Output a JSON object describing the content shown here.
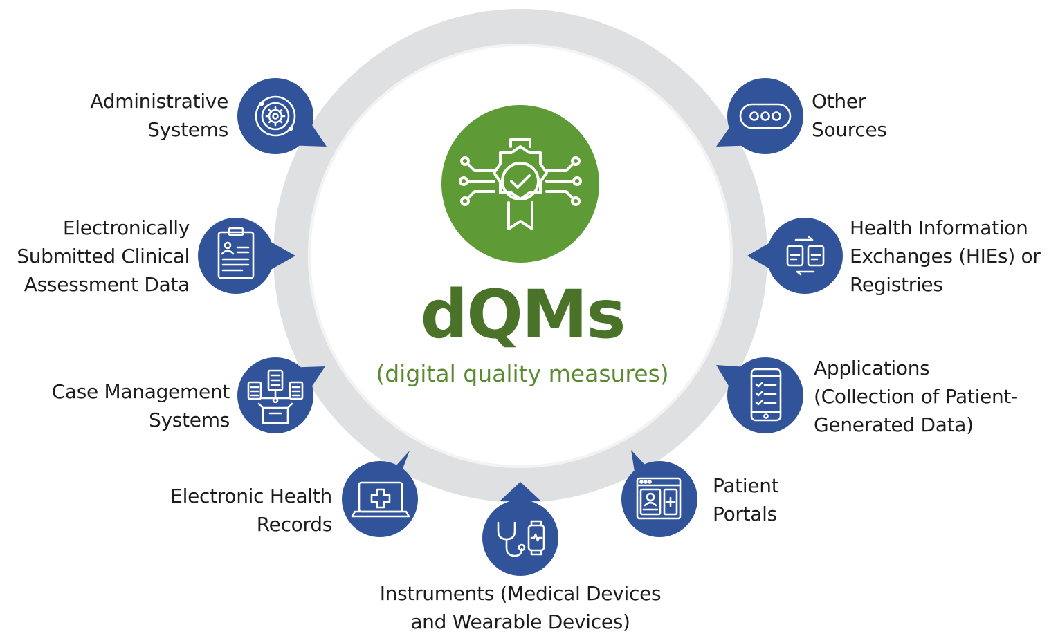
{
  "center": {
    "title": "dQMs",
    "subtitle": "(digital quality measures)",
    "icon": "certified-badge-circuit-icon",
    "color": "#4a7228",
    "circle_color": "#5e9a36"
  },
  "colors": {
    "node_fill": "#30539a",
    "ring": "#dfe0e1",
    "ring_inner": "#f4f4f5"
  },
  "nodes": [
    {
      "id": "administrative-systems",
      "icon": "gear-orbit-icon",
      "lines": [
        "Administrative",
        "Systems"
      ]
    },
    {
      "id": "clinical-assessment-data",
      "icon": "clipboard-form-icon",
      "lines": [
        "Electronically",
        "Submitted Clinical",
        "Assessment Data"
      ]
    },
    {
      "id": "case-management-systems",
      "icon": "documents-box-icon",
      "lines": [
        "Case Management",
        "Systems"
      ]
    },
    {
      "id": "electronic-health-records",
      "icon": "laptop-medical-icon",
      "lines": [
        "Electronic Health",
        "Records"
      ]
    },
    {
      "id": "instruments",
      "icon": "stethoscope-wearable-icon",
      "lines": [
        "Instruments (Medical Devices",
        "and Wearable Devices)"
      ]
    },
    {
      "id": "patient-portals",
      "icon": "patient-portal-window-icon",
      "lines": [
        "Patient",
        "Portals"
      ]
    },
    {
      "id": "applications",
      "icon": "mobile-checklist-icon",
      "lines": [
        "Applications",
        "(Collection of Patient-",
        "Generated Data)"
      ]
    },
    {
      "id": "health-information-exchanges",
      "icon": "exchange-documents-icon",
      "lines": [
        "Health Information",
        "Exchanges (HIEs) or",
        "Registries"
      ]
    },
    {
      "id": "other-sources",
      "icon": "more-options-icon",
      "lines": [
        "Other",
        "Sources"
      ]
    }
  ]
}
